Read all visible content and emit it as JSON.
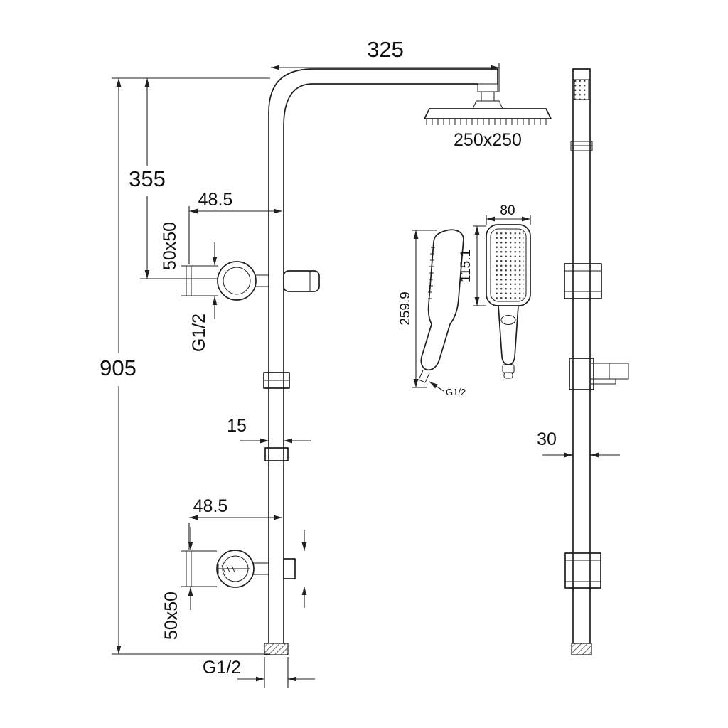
{
  "labels": {
    "arm_width": "325",
    "head_size": "250x250",
    "upper_height": "355",
    "total_height": "905",
    "upper_offset": "48.5",
    "upper_plate": "50x50",
    "upper_thread": "G1/2",
    "rail_width": "15",
    "lower_offset": "48.5",
    "lower_plate": "50x50",
    "inlet_thread": "G1/2",
    "hand_length": "259.9",
    "hand_face": "115.1",
    "hand_width": "80",
    "hand_thread": "G1/2",
    "rail_depth": "30"
  },
  "colors": {
    "line": "#1f1f1f",
    "background": "#ffffff"
  }
}
